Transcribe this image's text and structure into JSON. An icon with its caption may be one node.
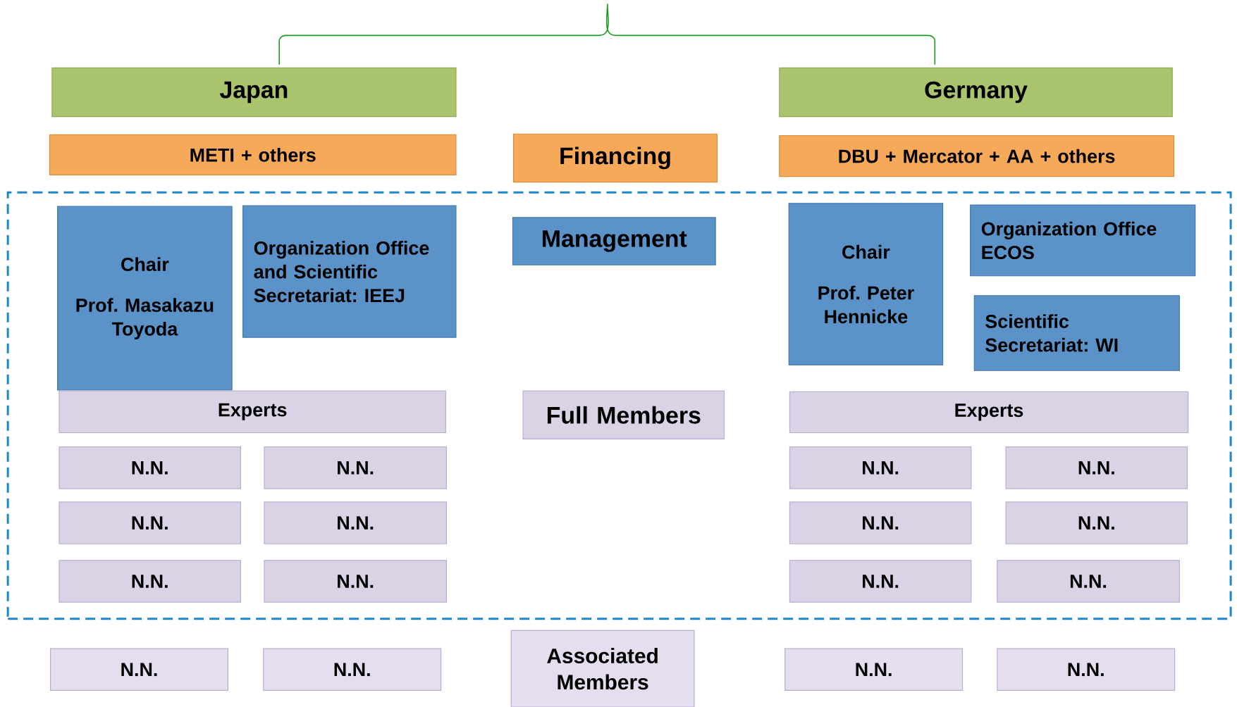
{
  "diagram": {
    "nodes": [
      {
        "text": [
          "Japan"
        ]
      },
      {
        "text": [
          "Germany"
        ]
      },
      {
        "text": [
          "METI + others"
        ]
      },
      {
        "text": [
          "Financing"
        ]
      },
      {
        "text": [
          "DBU + Mercator + AA + others"
        ]
      },
      {
        "text": [],
        "shape": "box"
      },
      {
        "text": [
          "Chair",
          "Prof. Masakazu Toyoda"
        ],
        "in": 5
      },
      {
        "text": [
          "Organization Office and Scientific Secretariat: IEEJ"
        ],
        "in": 5
      },
      {
        "text": [
          "Management"
        ],
        "in": 5
      },
      {
        "text": [
          "Chair",
          "Prof. Peter Hennicke"
        ],
        "in": 5
      },
      {
        "text": [
          "Organization Office ECOS"
        ],
        "in": 5
      },
      {
        "text": [
          "Scientific Secretariat: WI"
        ],
        "in": 5
      },
      {
        "text": [
          "Experts"
        ],
        "in": 5
      },
      {
        "text": [
          "Full Members"
        ],
        "in": 5
      },
      {
        "text": [
          "Experts"
        ],
        "in": 5
      },
      {
        "text": [
          "N.N."
        ],
        "in": 5
      },
      {
        "text": [
          "N.N."
        ],
        "in": 5
      },
      {
        "text": [
          "N.N."
        ],
        "in": 5
      },
      {
        "text": [
          "N.N."
        ],
        "in": 5
      },
      {
        "text": [
          "N.N."
        ],
        "in": 5
      },
      {
        "text": [
          "N.N."
        ],
        "in": 5
      },
      {
        "text": [
          "N.N."
        ],
        "in": 5
      },
      {
        "text": [
          "N.N."
        ],
        "in": 5
      },
      {
        "text": [
          "N.N."
        ],
        "in": 5
      },
      {
        "text": [
          "N.N."
        ],
        "in": 5
      },
      {
        "text": [
          "N.N."
        ],
        "in": 5
      },
      {
        "text": [
          "N.N."
        ],
        "in": 5
      },
      {
        "text": [
          "N.N."
        ]
      },
      {
        "text": [
          "N.N."
        ]
      },
      {
        "text": [
          "Associated Members"
        ]
      },
      {
        "text": [
          "N.N."
        ]
      },
      {
        "text": [
          "N.N."
        ]
      }
    ]
  }
}
